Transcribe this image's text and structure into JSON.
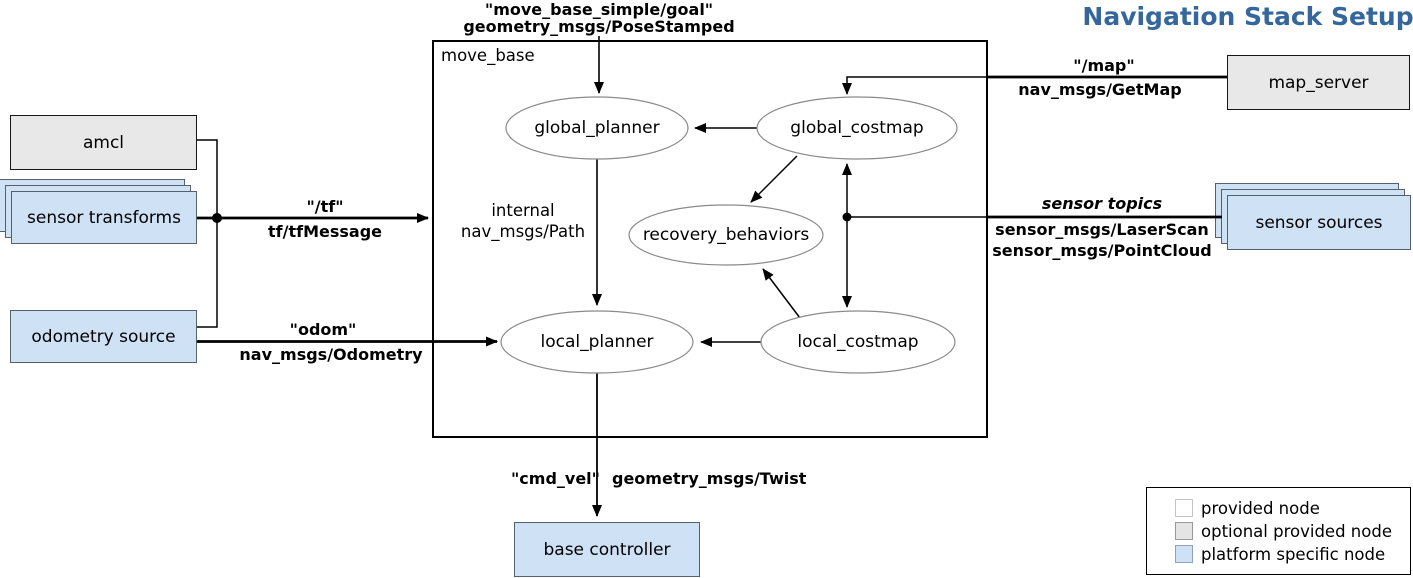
{
  "title": "Navigation Stack Setup",
  "colors": {
    "title_blue": "#35679C",
    "platform_node_fill": "#CFE1F5",
    "optional_node_fill": "#E8E8E8",
    "provided_node_fill": "#FFFFFF"
  },
  "move_base": {
    "label": "move_base"
  },
  "nodes": {
    "amcl": "amcl",
    "sensor_transforms": "sensor transforms",
    "odometry_source": "odometry source",
    "map_server": "map_server",
    "sensor_sources": "sensor sources",
    "base_controller": "base controller"
  },
  "planners": {
    "global_planner": "global_planner",
    "global_costmap": "global_costmap",
    "recovery_behaviors": "recovery_behaviors",
    "local_planner": "local_planner",
    "local_costmap": "local_costmap"
  },
  "edges": {
    "goal": {
      "topic": "\"move_base_simple/goal\"",
      "type": "geometry_msgs/PoseStamped"
    },
    "tf": {
      "topic": "\"/tf\"",
      "type": "tf/tfMessage"
    },
    "odom": {
      "topic": "\"odom\"",
      "type": "nav_msgs/Odometry"
    },
    "map": {
      "topic": "\"/map\"",
      "type": "nav_msgs/GetMap"
    },
    "sensor": {
      "topic": "sensor topics",
      "type1": "sensor_msgs/LaserScan",
      "type2": "sensor_msgs/PointCloud"
    },
    "cmd_vel": {
      "topic": "\"cmd_vel\"",
      "type": "geometry_msgs/Twist"
    },
    "internal": {
      "line1": "internal",
      "line2": "nav_msgs/Path"
    }
  },
  "legend": {
    "items": [
      {
        "label": "provided node"
      },
      {
        "label": "optional provided node"
      },
      {
        "label": "platform specific node"
      }
    ]
  }
}
